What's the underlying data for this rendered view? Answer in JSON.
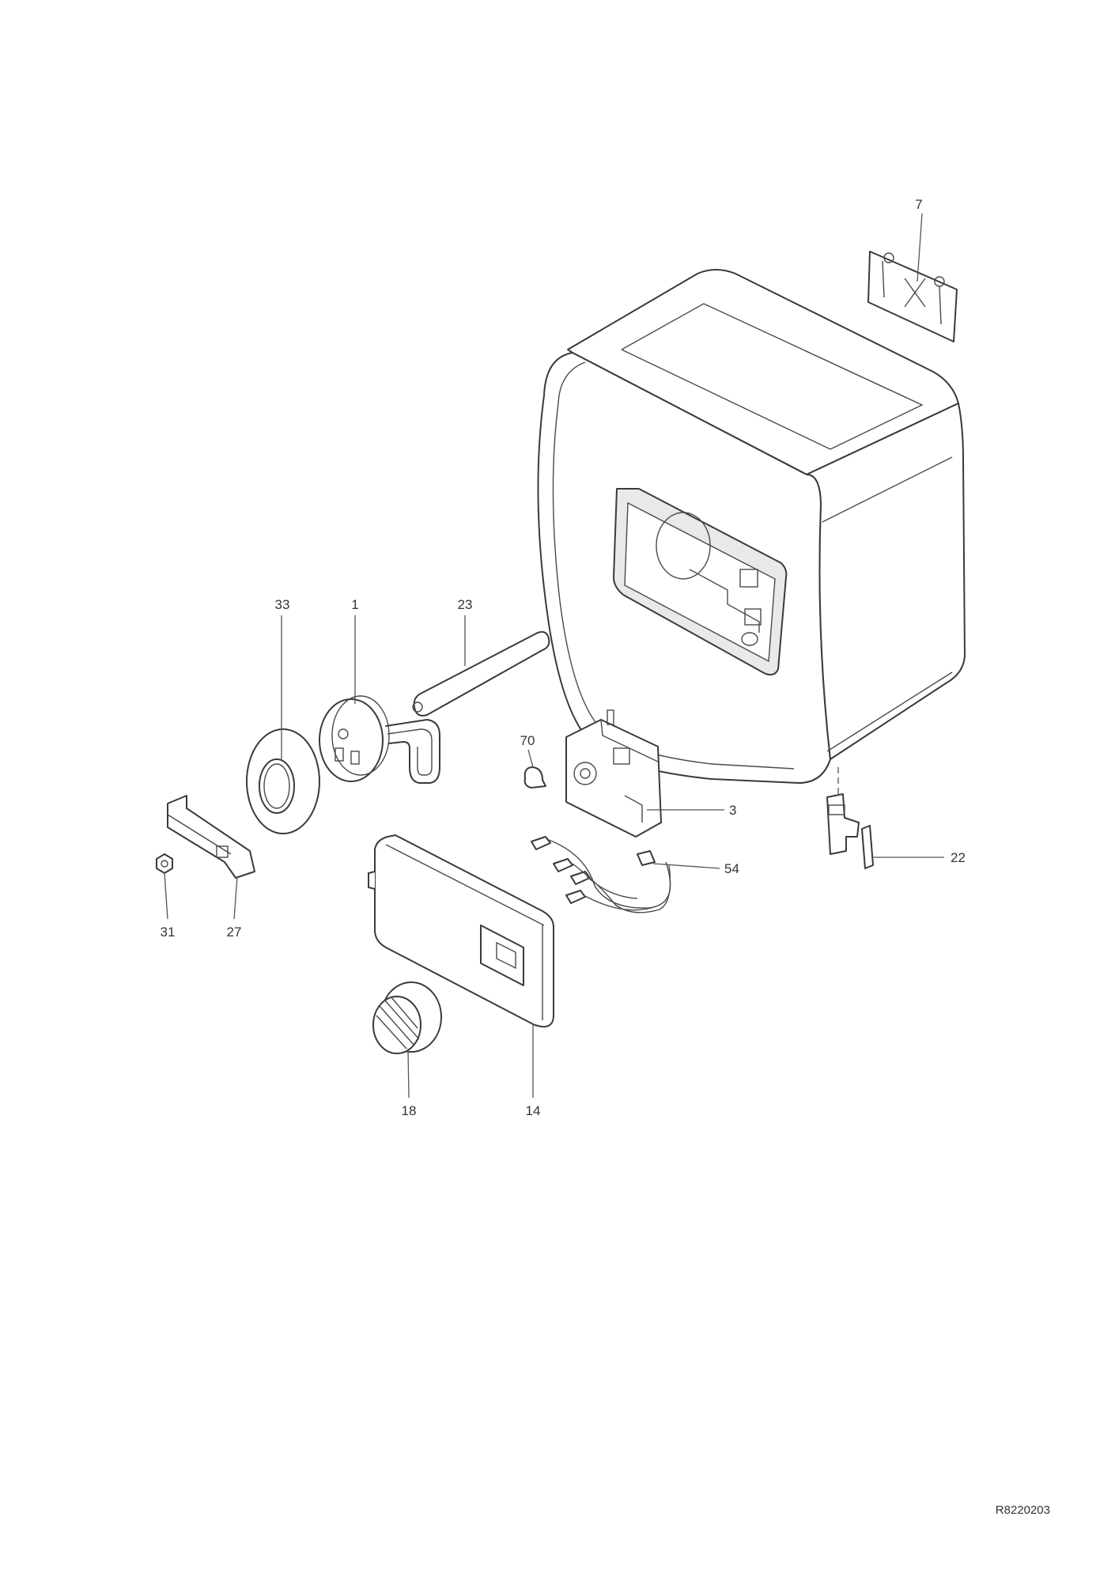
{
  "drawing_code": "R8220203",
  "part_labels": {
    "p7": "7",
    "p33": "33",
    "p1": "1",
    "p23": "23",
    "p70": "70",
    "p3": "3",
    "p54": "54",
    "p22": "22",
    "p31": "31",
    "p27": "27",
    "p18": "18",
    "p14": "14"
  }
}
